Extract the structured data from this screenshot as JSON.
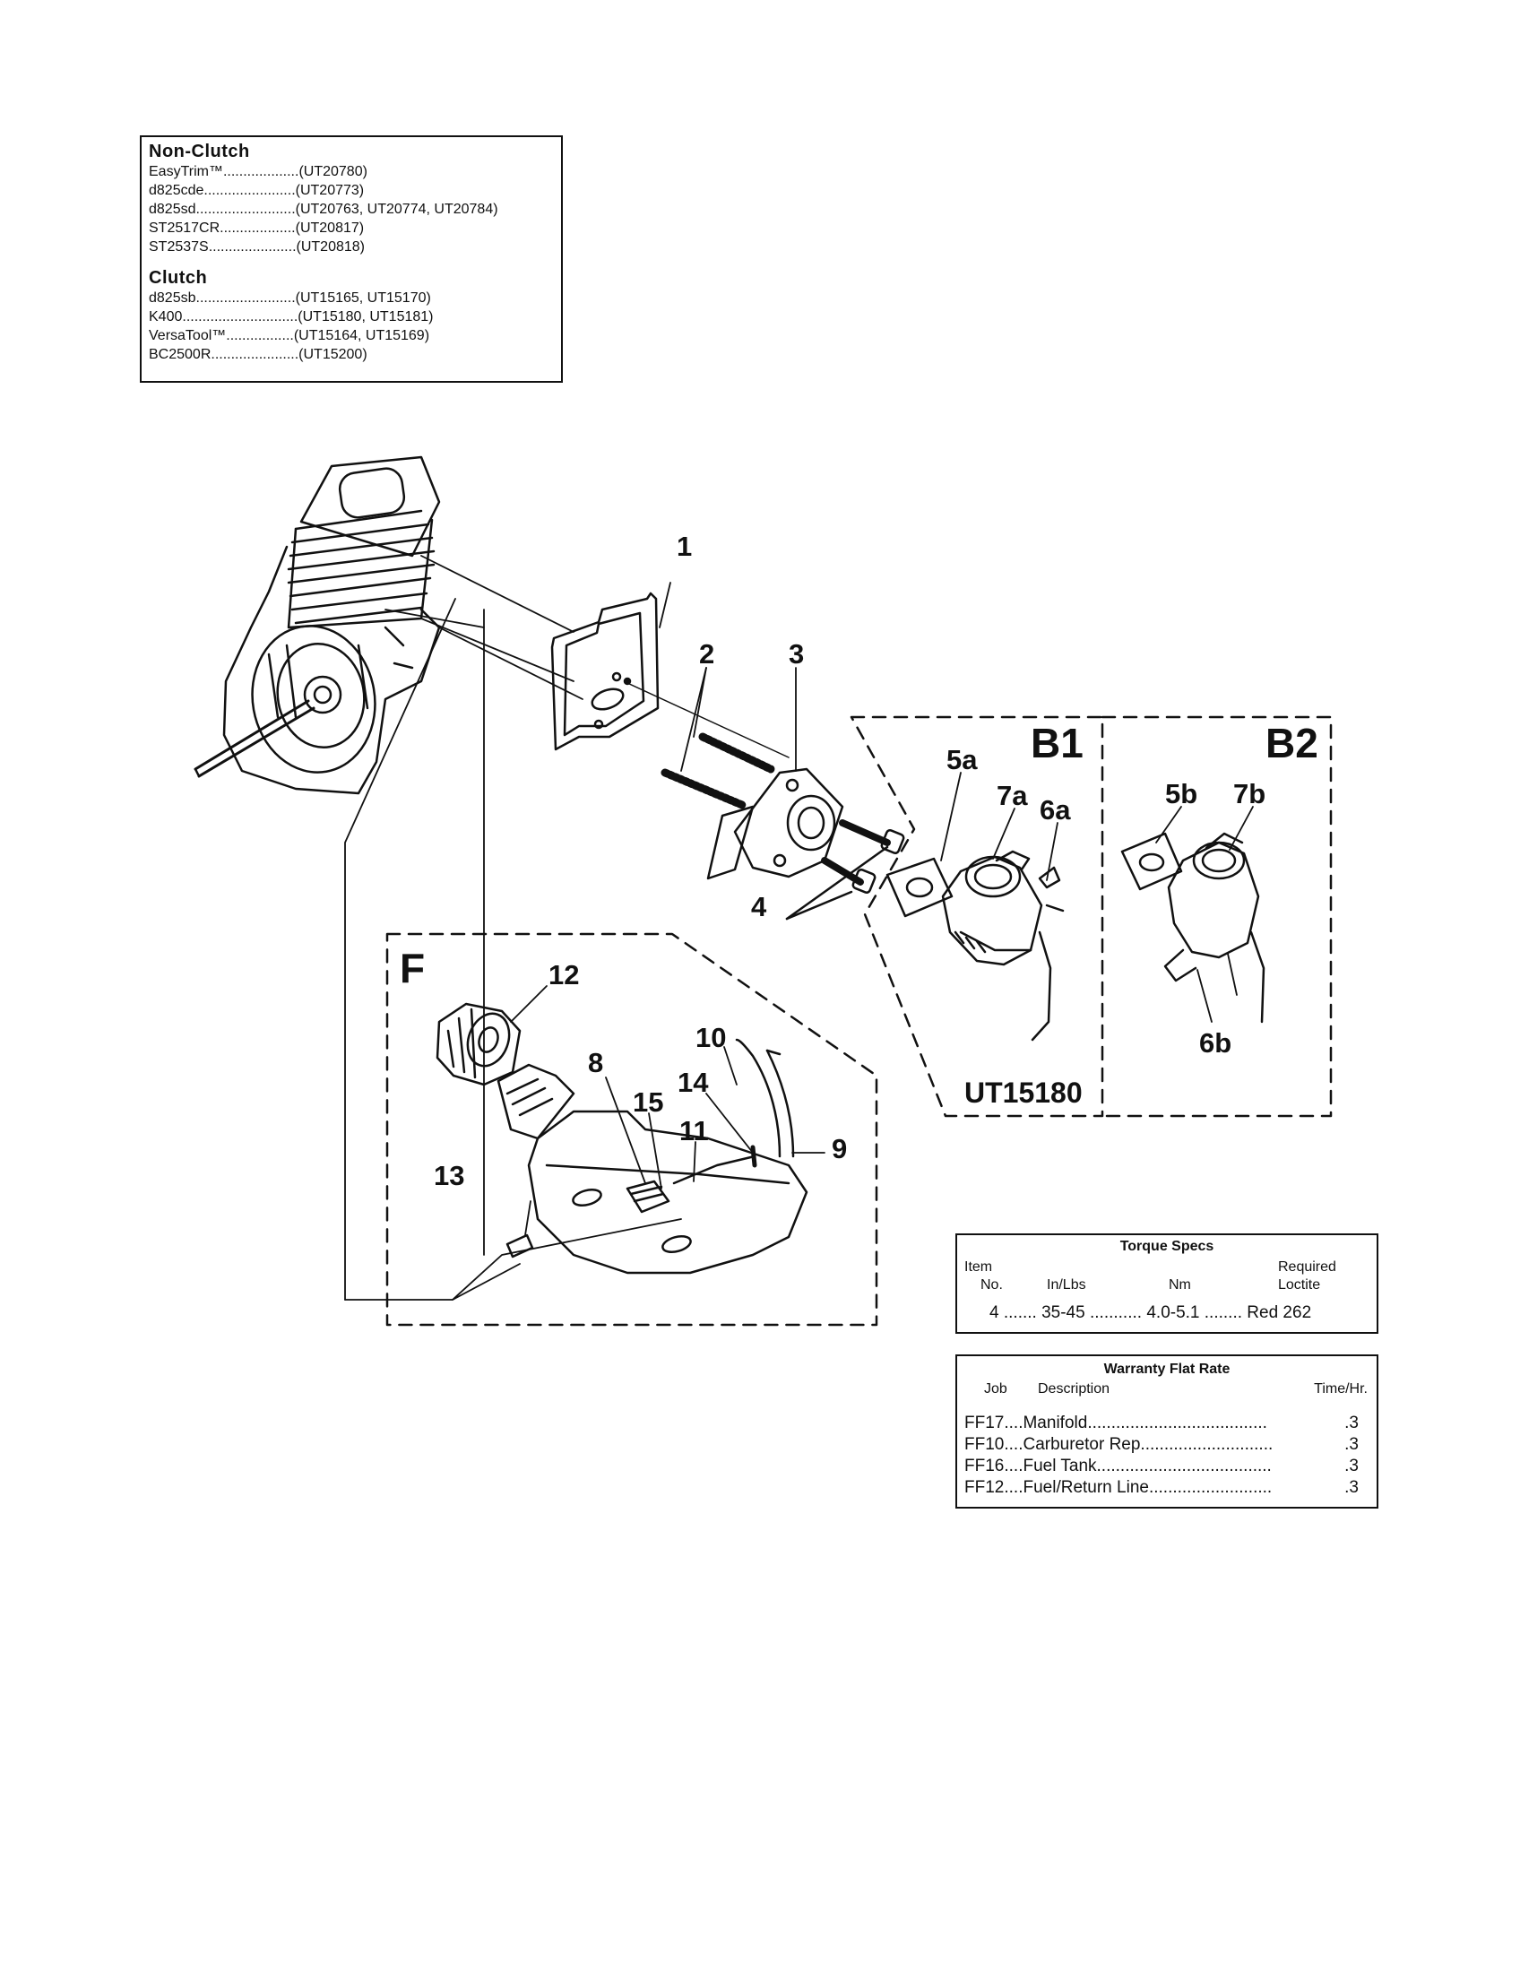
{
  "model_table": {
    "groups": [
      {
        "title": "Non-Clutch",
        "rows": [
          {
            "model": "EasyTrim™",
            "dots": "...................",
            "codes": "(UT20780)"
          },
          {
            "model": "d825cde",
            "dots": ".......................",
            "codes": "(UT20773)"
          },
          {
            "model": "d825sd",
            "dots": ".........................",
            "codes": "(UT20763, UT20774, UT20784)"
          },
          {
            "model": "ST2517CR",
            "dots": "...................",
            "codes": "(UT20817)"
          },
          {
            "model": "ST2537S",
            "dots": "......................",
            "codes": "(UT20818)"
          }
        ]
      },
      {
        "title": "Clutch",
        "rows": [
          {
            "model": "d825sb",
            "dots": ".........................",
            "codes": "(UT15165, UT15170)"
          },
          {
            "model": "K400",
            "dots": ".............................",
            "codes": "(UT15180, UT15181)"
          },
          {
            "model": "VersaTool™",
            "dots": ".................",
            "codes": "(UT15164, UT15169)"
          },
          {
            "model": "BC2500R",
            "dots": "......................",
            "codes": "(UT15200)"
          }
        ]
      }
    ]
  },
  "diagram": {
    "callouts": {
      "c1": "1",
      "c2": "2",
      "c3": "3",
      "c4": "4",
      "c5a": "5a",
      "c7a": "7a",
      "c6a": "6a",
      "c5b": "5b",
      "c7b": "7b",
      "c6b": "6b",
      "c8": "8",
      "c9": "9",
      "c10": "10",
      "c11": "11",
      "c12": "12",
      "c13": "13",
      "c14": "14",
      "c15": "15"
    },
    "sections": {
      "b1": "B1",
      "b2": "B2",
      "f": "F"
    },
    "model_label": "UT15180"
  },
  "torque_specs": {
    "title": "Torque Specs",
    "headers": {
      "item_line1": "Item",
      "item_line2": "No.",
      "inlbs": "In/Lbs",
      "nm": "Nm",
      "loctite_line1": "Required",
      "loctite_line2": "Loctite"
    },
    "row": {
      "item": "4",
      "dots1": ".......",
      "inlbs": "35-45",
      "dots2": "...........",
      "nm": "4.0-5.1",
      "dots3": "........",
      "loctite": "Red 262"
    }
  },
  "warranty": {
    "title": "Warranty Flat Rate",
    "headers": {
      "job": "Job",
      "description": "Description",
      "time": "Time/Hr."
    },
    "rows": [
      {
        "job": "FF17",
        "lead": "....",
        "desc": "Manifold",
        "dots": "......................................",
        "rate": ".3"
      },
      {
        "job": "FF10",
        "lead": "....",
        "desc": "Carburetor Rep.",
        "dots": "...........................",
        "rate": ".3"
      },
      {
        "job": "FF16",
        "lead": "....",
        "desc": "Fuel Tank",
        "dots": ".....................................",
        "rate": ".3"
      },
      {
        "job": "FF12",
        "lead": "....",
        "desc": "Fuel/Return Line",
        "dots": "..........................",
        "rate": ".3"
      }
    ]
  }
}
